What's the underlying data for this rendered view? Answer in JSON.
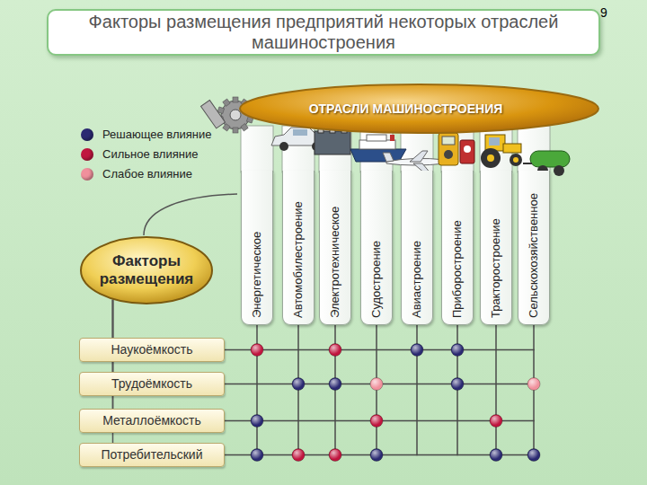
{
  "diagram": {
    "title": "Факторы размещения предприятий некоторых отраслей машиностроения",
    "nodes": [
      {
        "text": [
          "ОТРАСЛИ МАШИНОСТРОЕНИЯ"
        ]
      },
      {
        "text": [
          "Энергетическое"
        ]
      },
      {
        "text": [
          "Автомобилестроение"
        ]
      },
      {
        "text": [
          "Электротехническое"
        ]
      },
      {
        "text": [
          "Судостроение"
        ]
      },
      {
        "text": [
          "Авиастроение"
        ]
      },
      {
        "text": [
          "Приборостроение"
        ]
      },
      {
        "text": [
          "Тракторостроение"
        ]
      },
      {
        "text": [
          "Сельскохозяйственное"
        ]
      },
      {
        "text": [
          "Факторы размещения"
        ]
      },
      {
        "text": [
          "Наукоёмкость"
        ]
      },
      {
        "text": [
          "Трудоёмкость"
        ]
      },
      {
        "text": [
          "Металлоёмкость"
        ]
      },
      {
        "text": [
          "Потребительский"
        ]
      }
    ],
    "edges": [
      {
        "from": 9,
        "to": 10,
        "arrow": "none"
      },
      {
        "from": 9,
        "to": 11,
        "arrow": "none"
      },
      {
        "from": 9,
        "to": 12,
        "arrow": "none"
      },
      {
        "from": 9,
        "to": 13,
        "arrow": "none"
      }
    ],
    "labels": [
      "9"
    ],
    "legend": [
      {
        "text": "Решающее влияние",
        "color": "#2b2a72"
      },
      {
        "text": "Сильное влияние",
        "color": "#c0163f"
      },
      {
        "text": "Слабое влияние",
        "color": "#f0909c"
      }
    ]
  }
}
